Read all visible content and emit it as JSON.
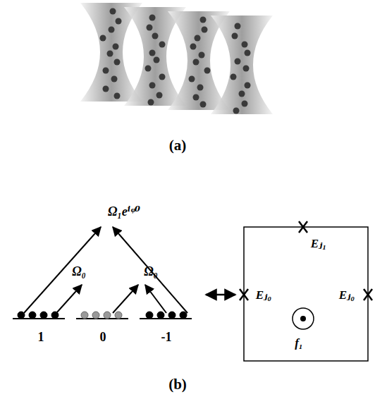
{
  "diagram": {
    "labels": [
      "(a)",
      "Ω₁eⁱᵠ⁰",
      "Ω₀",
      "Ω₀",
      "1",
      "0",
      "-1",
      "Eⱼ₁",
      "Eⱼ₀",
      "Eⱼ₀",
      "f₁",
      "(b)"
    ]
  }
}
